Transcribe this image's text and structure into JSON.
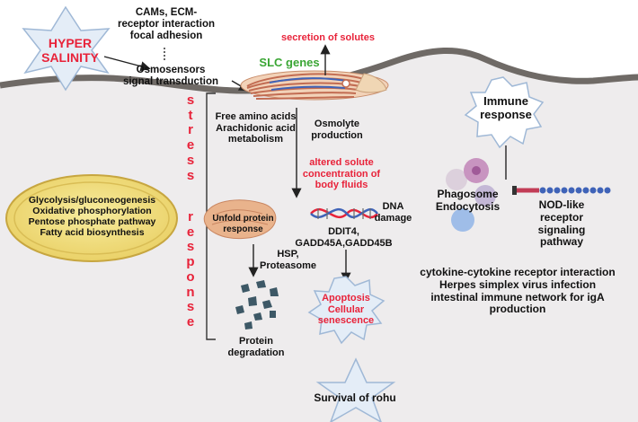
{
  "labels": {
    "hyper_salinity": "HYPER SALINITY",
    "cams": "CAMs, ECM-\nreceptor interaction\nfocal adhesion",
    "osmosensors": "Osmosensors\nsignal transduction",
    "slc_genes": "SLC genes",
    "secretion": "secretion of solutes",
    "amino_acids": "Free amino acids\nArachidonic acid\nmetabolism",
    "osmolyte": "Osmolyte\nproduction",
    "altered_solute": "altered solute\nconcentration of\nbody fluids",
    "metabolism": "Glycolysis/gluconeogenesis\nOxidative phosphorylation\nPentose phosphate pathway\nFatty acid biosynthesis",
    "unfold_protein": "Unfold protein\nresponse",
    "hsp": "HSP,\nProteasome",
    "protein_degradation": "Protein\ndegradation",
    "dna_damage": "DNA\ndamage",
    "ddit4": "DDIT4,\nGADD45A,GADD45B",
    "apoptosis": "Apoptosis\nCellular\nsenescence",
    "immune_response": "Immune\nresponse",
    "phagosome": "Phagosome\nEndocytosis",
    "nod_like": "NOD-like\nreceptor\nsignaling\npathway",
    "cytokine": "cytokine-cytokine receptor interaction\nHerpes simplex virus infection\nintestinal immune network for igA\nproduction",
    "survival": "Survival of rohu"
  },
  "stress_response": {
    "stress": [
      "s",
      "t",
      "r",
      "e",
      "s",
      "s"
    ],
    "response": [
      "r",
      "e",
      "s",
      "p",
      "o",
      "n",
      "s",
      "e"
    ]
  },
  "colors": {
    "background_top": "#ffffff",
    "cell_interior": "#eeeced",
    "membrane": "#6f6a66",
    "red_text": "#e8233a",
    "green_text": "#3aa634",
    "mitochondria": "#f2e089",
    "star_fill": "#e4edf7",
    "star_stroke": "#9fb8d6"
  }
}
